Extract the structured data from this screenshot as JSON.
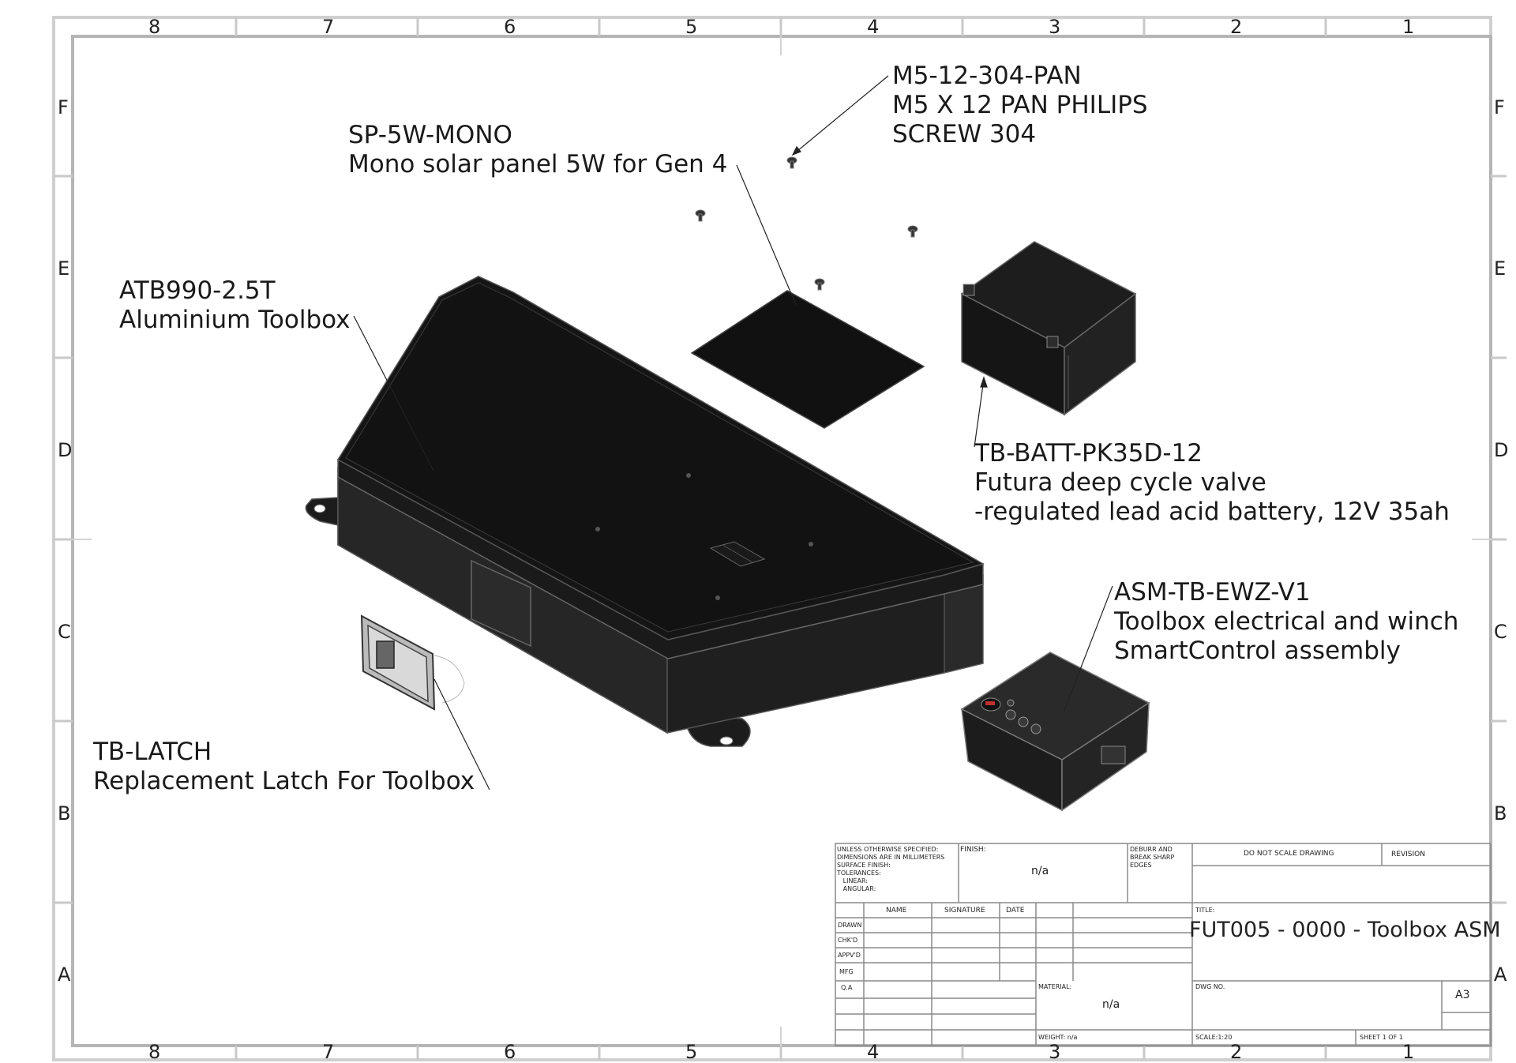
{
  "border": {
    "columns": [
      "8",
      "7",
      "6",
      "5",
      "4",
      "3",
      "2",
      "1"
    ],
    "rows": [
      "F",
      "E",
      "D",
      "C",
      "B",
      "A"
    ]
  },
  "callouts": {
    "screw": {
      "part": "M5-12-304-PAN",
      "lines": [
        "M5 X 12 PAN PHILIPS",
        "SCREW 304"
      ]
    },
    "solar": {
      "part": "SP-5W-MONO",
      "lines": [
        "Mono solar panel 5W for Gen 4"
      ]
    },
    "toolbox": {
      "part": "ATB990-2.5T",
      "lines": [
        "Aluminium Toolbox"
      ]
    },
    "battery": {
      "part": "TB-BATT-PK35D-12",
      "lines": [
        "Futura deep cycle valve",
        "-regulated lead acid battery, 12V 35ah"
      ]
    },
    "controller": {
      "part": "ASM-TB-EWZ-V1",
      "lines": [
        "Toolbox electrical and winch",
        "SmartControl assembly"
      ]
    },
    "latch": {
      "part": "TB-LATCH",
      "lines": [
        "Replacement Latch For Toolbox"
      ]
    }
  },
  "title_block": {
    "spec_lines": [
      "UNLESS OTHERWISE SPECIFIED:",
      "DIMENSIONS ARE IN MILLIMETERS",
      "SURFACE FINISH:",
      "TOLERANCES:",
      "   LINEAR:",
      "   ANGULAR:"
    ],
    "finish_label": "FINISH:",
    "finish_value": "n/a",
    "deburr_lines": [
      "DEBURR AND",
      "BREAK SHARP",
      "EDGES"
    ],
    "no_scale": "DO NOT SCALE DRAWING",
    "revision_label": "REVISION",
    "headers": [
      "NAME",
      "SIGNATURE",
      "DATE"
    ],
    "roles": [
      "DRAWN",
      "CHK'D",
      "APPV'D",
      "MFG",
      "Q.A"
    ],
    "title_label": "TITLE:",
    "title": "FUT005 - 0000 - Toolbox ASM",
    "material_label": "MATERIAL:",
    "material_value": "n/a",
    "dwg_label": "DWG NO.",
    "size": "A3",
    "weight": "WEIGHT: n/a",
    "scale": "SCALE:1:20",
    "sheet": "SHEET 1 OF 1"
  }
}
